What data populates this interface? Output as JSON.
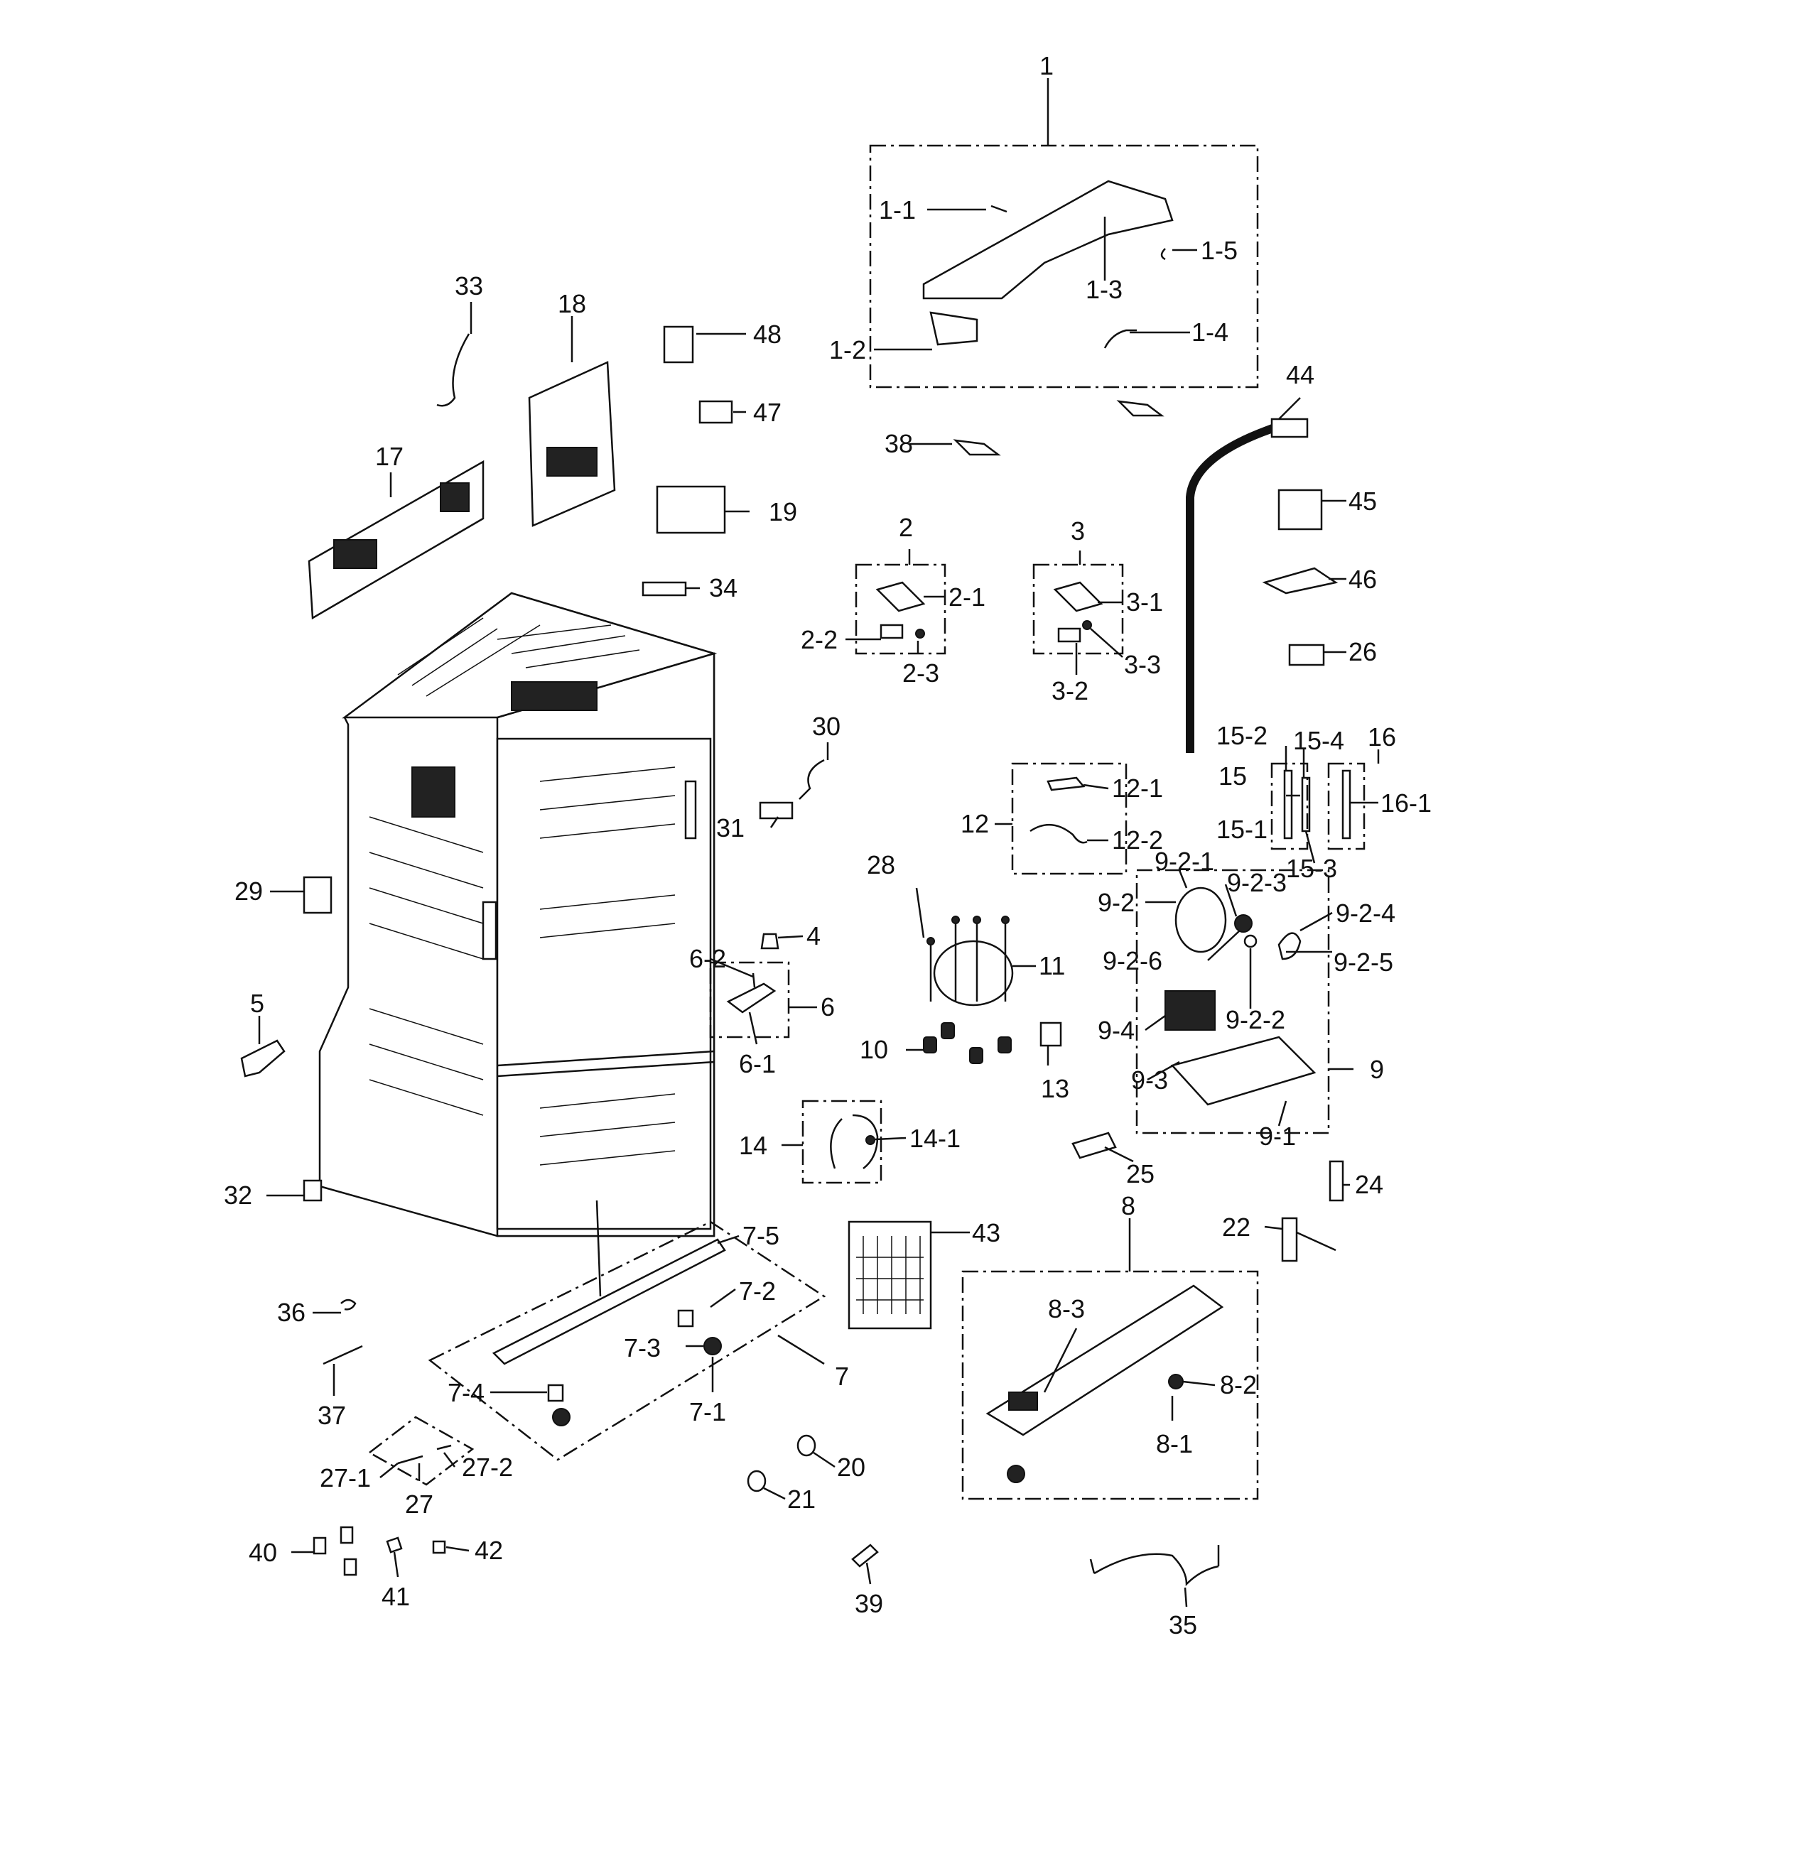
{
  "callouts": [
    "1",
    "1-1",
    "1-2",
    "1-3",
    "1-4",
    "1-5",
    "2",
    "2-1",
    "2-2",
    "2-3",
    "3",
    "3-1",
    "3-2",
    "3-3",
    "4",
    "5",
    "6",
    "6-1",
    "6-2",
    "7",
    "7-1",
    "7-2",
    "7-3",
    "7-4",
    "7-5",
    "8",
    "8-1",
    "8-2",
    "8-3",
    "9",
    "9-1",
    "9-2",
    "9-2-1",
    "9-2-2",
    "9-2-3",
    "9-2-4",
    "9-2-5",
    "9-2-6",
    "9-3",
    "9-4",
    "10",
    "11",
    "12",
    "12-1",
    "12-2",
    "13",
    "14",
    "14-1",
    "15",
    "15-1",
    "15-2",
    "15-3",
    "15-4",
    "16",
    "16-1",
    "17",
    "18",
    "19",
    "20",
    "21",
    "22",
    "24",
    "25",
    "26",
    "27",
    "27-1",
    "27-2",
    "28",
    "29",
    "30",
    "31",
    "32",
    "33",
    "34",
    "35",
    "36",
    "37",
    "38",
    "39",
    "40",
    "41",
    "42",
    "43",
    "44",
    "45",
    "46",
    "47",
    "48"
  ]
}
